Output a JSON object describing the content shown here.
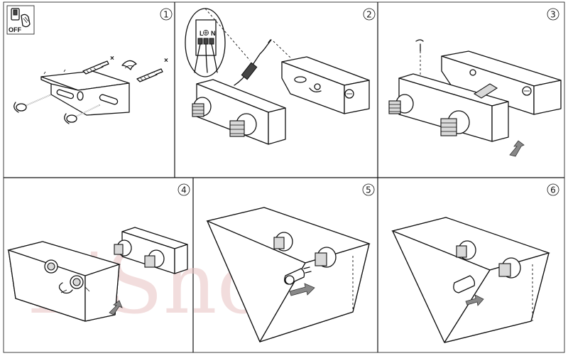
{
  "instruction": {
    "title": "",
    "power_icon_label": "OFF",
    "watermark_text": "L'Shop",
    "terminal_labels": [
      "L",
      "N"
    ],
    "colors": {
      "line": "#111111",
      "arrow": "#888888",
      "watermark": "#e9c3c3",
      "background": "#ffffff"
    },
    "steps": [
      {
        "number": "1",
        "symbol": "①"
      },
      {
        "number": "2",
        "symbol": "②"
      },
      {
        "number": "3",
        "symbol": "③"
      },
      {
        "number": "4",
        "symbol": "④"
      },
      {
        "number": "5",
        "symbol": "⑤"
      },
      {
        "number": "6",
        "symbol": "⑥"
      }
    ]
  }
}
